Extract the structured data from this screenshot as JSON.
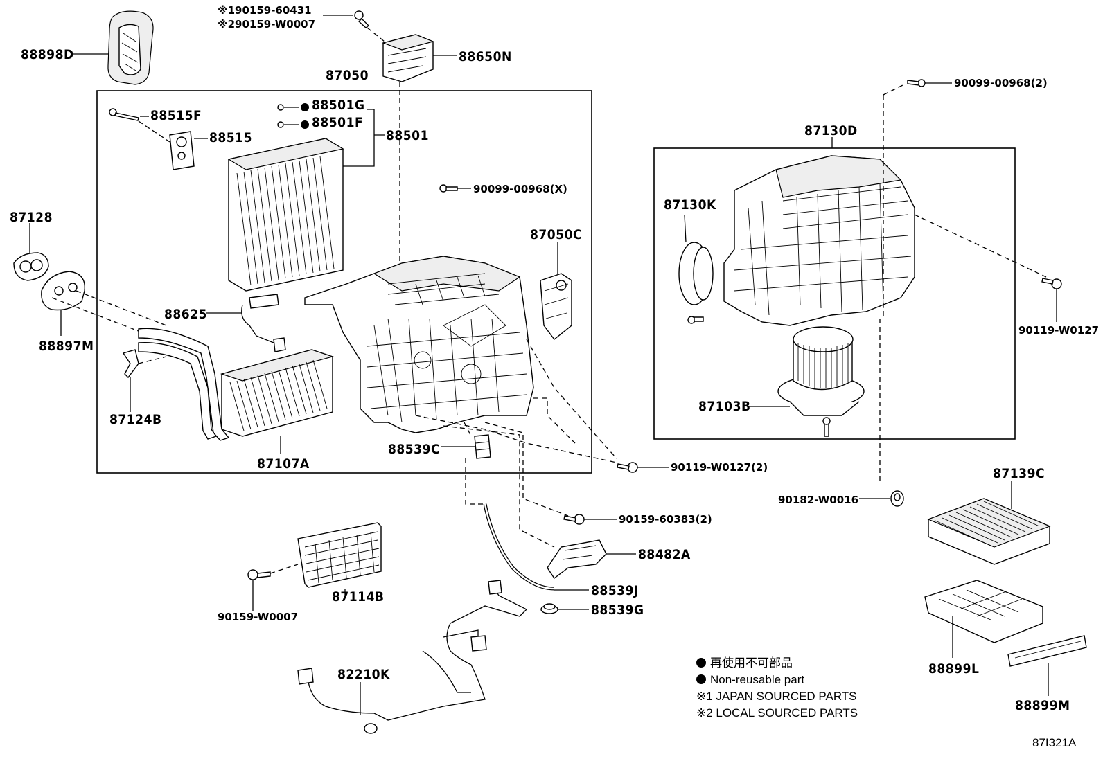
{
  "labels": {
    "p88898D": "88898D",
    "p90159_60431": "※190159-60431",
    "p90159_W0007_top": "※290159-W0007",
    "p88650N": "88650N",
    "p87050": "87050",
    "p88501G": "88501G",
    "p88501F": "88501F",
    "p88501": "88501",
    "p88515F": "88515F",
    "p88515": "88515",
    "p90099_00968X": "90099-00968(X)",
    "p87128": "87128",
    "p88897M": "88897M",
    "p88625": "88625",
    "p87050C": "87050C",
    "p87124B": "87124B",
    "p87107A": "87107A",
    "p88539C": "88539C",
    "p90119_W0127_2": "90119-W0127(2)",
    "p90159_60383_2": "90159-60383(2)",
    "p88482A": "88482A",
    "p87114B": "87114B",
    "p90159_W0007": "90159-W0007",
    "p88539J": "88539J",
    "p88539G": "88539G",
    "p82210K": "82210K",
    "p90099_00968_2": "90099-00968(2)",
    "p87130D": "87130D",
    "p87130K": "87130K",
    "p90119_W0127": "90119-W0127",
    "p87103B": "87103B",
    "p90182_W0016": "90182-W0016",
    "p87139C": "87139C",
    "p88899L": "88899L",
    "p88899M": "88899M"
  },
  "legend": {
    "line1": "再使用不可部品",
    "line2": "Non-reusable part",
    "line3": "※1 JAPAN SOURCED PARTS",
    "line4": "※2 LOCAL SOURCED PARTS"
  },
  "diagram_code": "87I321A"
}
